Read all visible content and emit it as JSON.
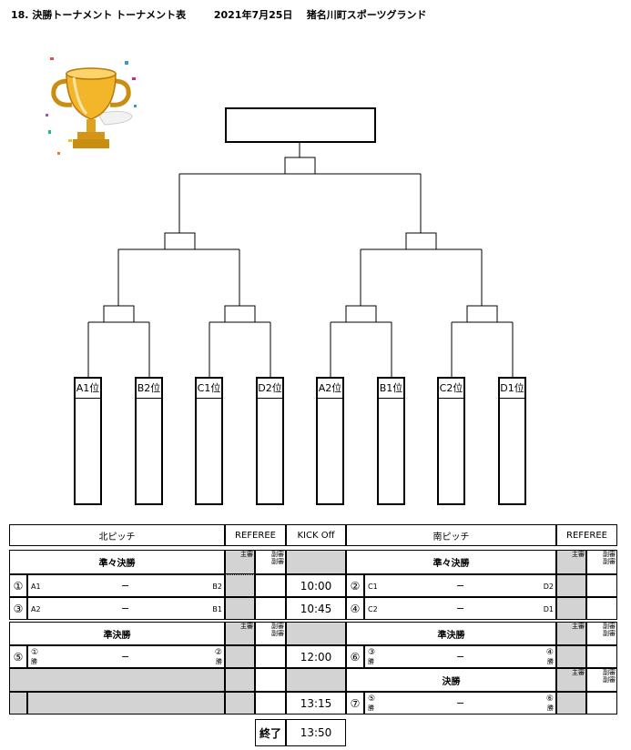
{
  "header": {
    "number": "18.",
    "title": "決勝トーナメント トーナメント表",
    "date": "2021年7月25日",
    "venue": "猪名川町スポーツグランド"
  },
  "bracket": {
    "seeds": [
      "A1位",
      "B2位",
      "C1位",
      "D2位",
      "A2位",
      "B1位",
      "C2位",
      "D1位"
    ]
  },
  "schedule": {
    "north_label": "北ピッチ",
    "south_label": "南ピッチ",
    "referee_label": "REFEREE",
    "kickoff_label": "KICK  Off",
    "referee_main": "主審",
    "referee_sub": "副審",
    "quarterfinal": "準々決勝",
    "semifinal": "準決勝",
    "final": "決勝",
    "dash": "−",
    "win": "勝",
    "end_label": "終了",
    "matches": {
      "m1": {
        "num": "①",
        "home": "A1",
        "away": "B2",
        "time": "10:00"
      },
      "m2": {
        "num": "②",
        "home": "C1",
        "away": "D2"
      },
      "m3": {
        "num": "③",
        "home": "A2",
        "away": "B1",
        "time": "10:45"
      },
      "m4": {
        "num": "④",
        "home": "C2",
        "away": "D1"
      },
      "m5": {
        "num": "⑤",
        "home": "①",
        "away": "②",
        "time": "12:00"
      },
      "m6": {
        "num": "⑥",
        "home": "③",
        "away": "④"
      },
      "m7": {
        "num": "⑦",
        "home": "⑤",
        "away": "⑥",
        "time": "13:15"
      }
    },
    "end_time": "13:50"
  },
  "colors": {
    "grey_fill": "#d3d3d3",
    "line": "#000000"
  }
}
